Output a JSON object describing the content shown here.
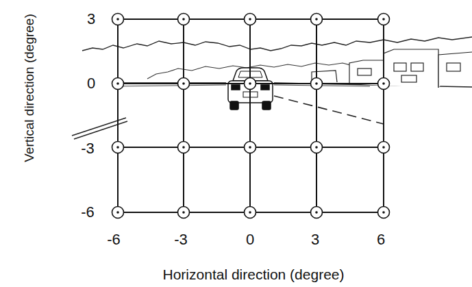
{
  "diagram": {
    "labels": [
      "3",
      "0",
      "-3",
      "-6",
      "-6",
      "-3",
      "0",
      "3",
      "6",
      "Vertical direction (degree)",
      "Horizontal direction (degree)"
    ]
  }
}
